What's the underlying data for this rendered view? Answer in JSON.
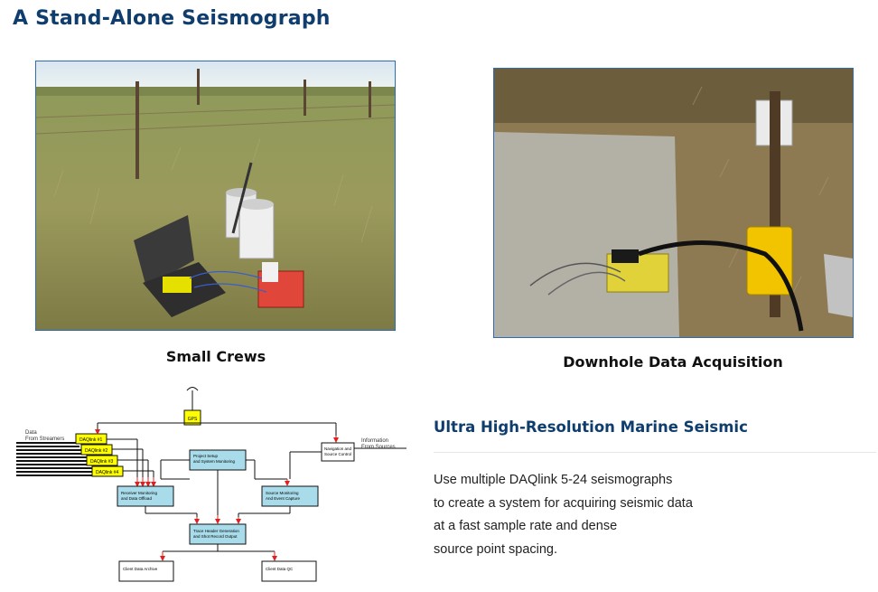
{
  "page": {
    "title": "A Stand-Alone Seismograph"
  },
  "photos": [
    {
      "caption": "Small Crews"
    },
    {
      "caption": "Downhole Data Acquisition"
    }
  ],
  "diagram": {
    "gps": "GPS",
    "daq_boxes": [
      "DAQlink #1",
      "DAQlink #2",
      "DAQlink #3",
      "DAQlink #4"
    ],
    "data_from_streamers": [
      "Data",
      "From Streamers"
    ],
    "information_from_sources": [
      "Information",
      "From Sources"
    ],
    "nav_source_control": [
      "Navigation and",
      "Source Control"
    ],
    "project_setup": [
      "Project Setup",
      "and System Monitoring"
    ],
    "receiver_monitoring": [
      "Receiver Monitoring",
      "and Data Offload"
    ],
    "source_monitoring": [
      "Source Monitoring",
      "And Event Capture"
    ],
    "trace_header": [
      "Trace Header Generation",
      "and Shot Record Output"
    ],
    "client_archive": "Client Data Archive",
    "client_qc": "Client Data QC"
  },
  "marine": {
    "heading": "Ultra High-Resolution Marine Seismic",
    "lines": [
      "Use multiple DAQlink 5-24 seismographs",
      "to create a system for acquiring seismic data",
      "at a fast sample rate and dense",
      "source point spacing."
    ]
  },
  "colors": {
    "heading": "#0f3d6e",
    "photo_border": "#2f6db0",
    "daq_yellow": "#ffff00",
    "box_blue": "#a9dcea",
    "arrow_red": "#e02020"
  }
}
